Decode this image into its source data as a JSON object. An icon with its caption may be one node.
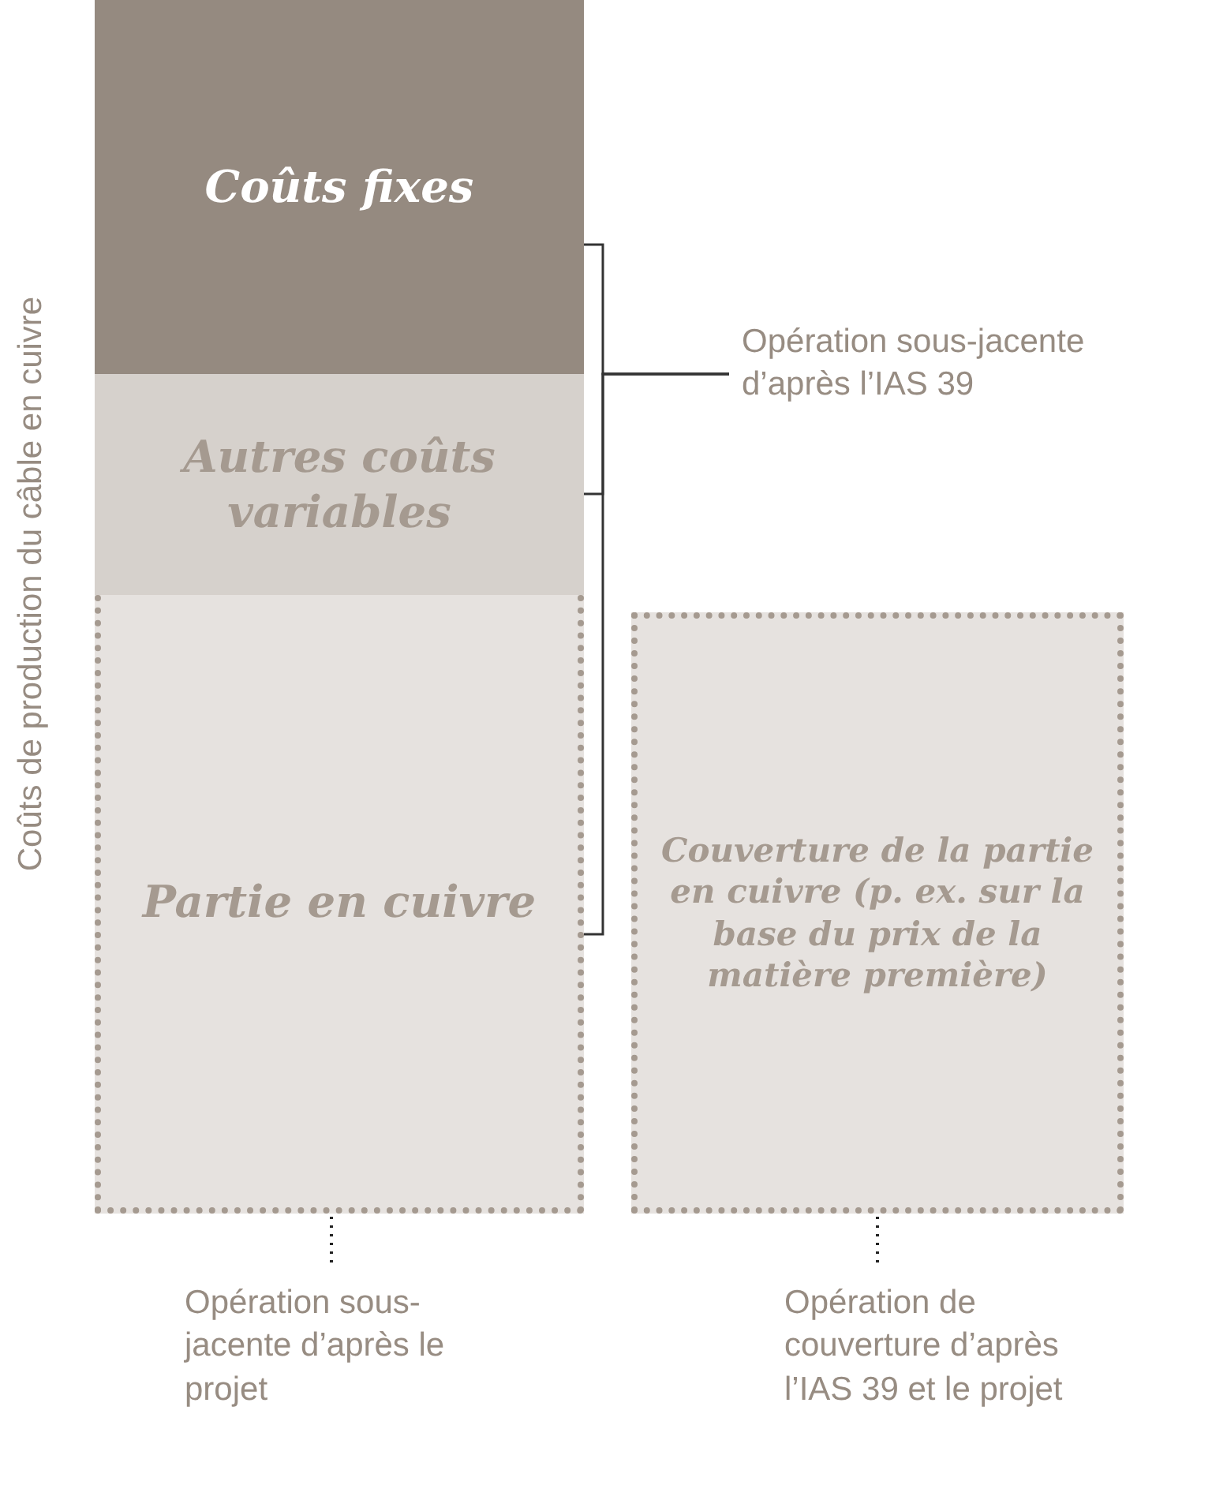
{
  "diagram": {
    "nodes": [
      {
        "text": [
          "Coûts fixes"
        ]
      },
      {
        "text": [
          "Autres coûts variables"
        ]
      },
      {
        "text": [
          "Partie en cuivre"
        ]
      },
      {
        "text": [
          "Couverture de la partie en cuivre (p. ex. sur la base du prix de la matière première)"
        ]
      },
      {
        "text": [
          "Opération sous-jacente d’après l’IAS 39"
        ]
      },
      {
        "text": [
          "Opération sous-jacente d’après le projet"
        ]
      },
      {
        "text": [
          "Opération de couverture d’après l’IAS 39 et le projet"
        ]
      }
    ],
    "edges": [
      {
        "from": 4,
        "to": 0,
        "arrow": "none"
      },
      {
        "from": 4,
        "to": 1,
        "arrow": "none"
      },
      {
        "from": 4,
        "to": 2,
        "arrow": "none"
      },
      {
        "from": 5,
        "to": 2,
        "arrow": "none",
        "style": "dashed",
        "color": "#222222"
      },
      {
        "from": 6,
        "to": 3,
        "arrow": "none",
        "style": "dashed",
        "color": "#222222"
      }
    ],
    "labels": [
      "Coûts de production du câble en cuivre"
    ]
  }
}
